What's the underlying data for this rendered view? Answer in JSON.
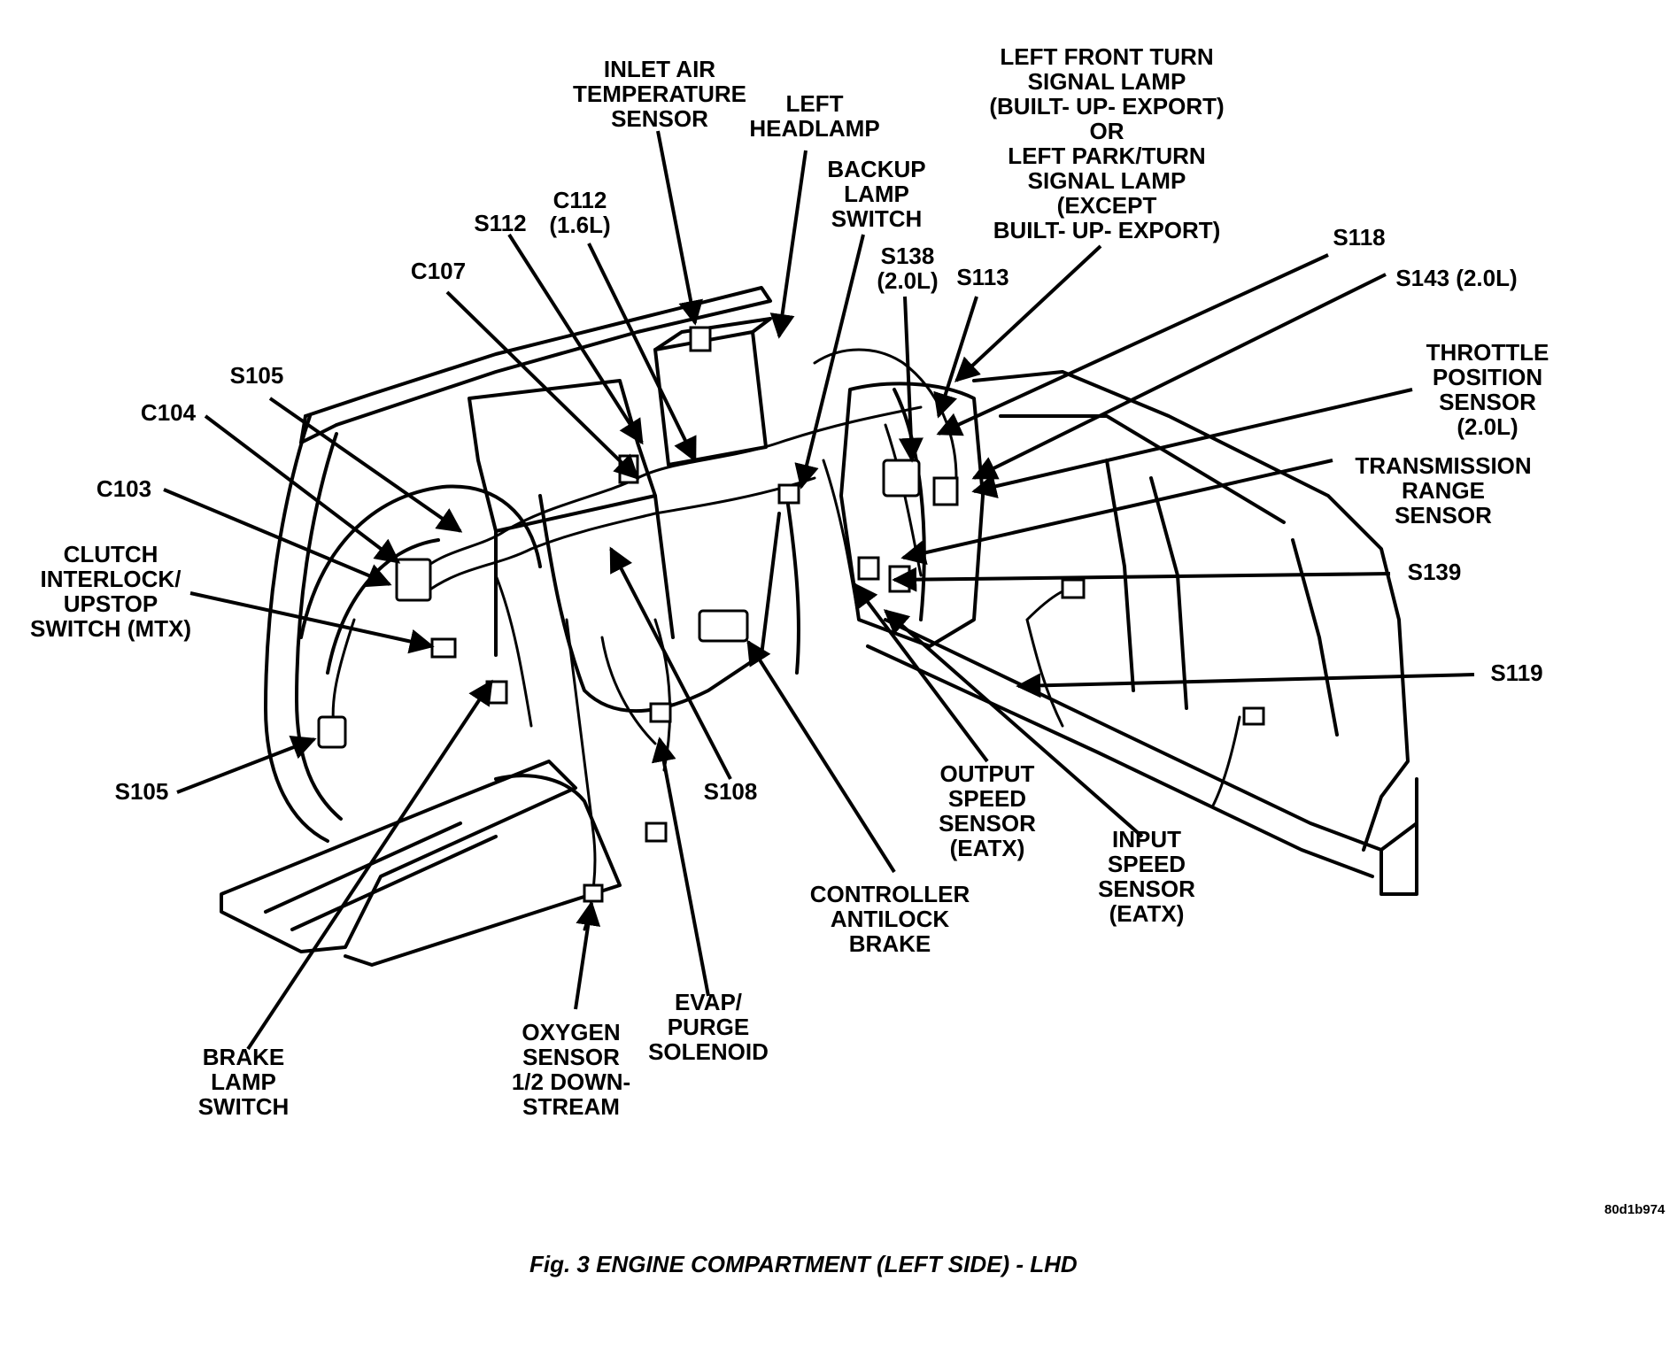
{
  "figure": {
    "caption": "Fig. 3 ENGINE COMPARTMENT (LEFT SIDE) - LHD",
    "code": "80d1b974"
  },
  "labels": {
    "inlet_air_temp": "INLET AIR\nTEMPERATURE\nSENSOR",
    "left_headlamp": "LEFT\nHEADLAMP",
    "backup_lamp": "BACKUP\nLAMP\nSWITCH",
    "left_front_turn": "LEFT FRONT TURN\nSIGNAL LAMP\n(BUILT- UP- EXPORT)\nOR\nLEFT PARK/TURN\nSIGNAL LAMP\n(EXCEPT\nBUILT- UP- EXPORT)",
    "c112": "C112\n(1.6L)",
    "s112": "S112",
    "c107": "C107",
    "s138": "S138\n(2.0L)",
    "s113": "S113",
    "s118": "S118",
    "s143": "S143 (2.0L)",
    "throttle": "THROTTLE\nPOSITION\nSENSOR\n(2.0L)",
    "trans_range": "TRANSMISSION\nRANGE\nSENSOR",
    "s139": "S139",
    "s119": "S119",
    "s105_top": "S105",
    "c104": "C104",
    "c103": "C103",
    "clutch": "CLUTCH\nINTERLOCK/\nUPSTOP\nSWITCH (MTX)",
    "s105_bottom": "S105",
    "s108": "S108",
    "output_speed": "OUTPUT\nSPEED\nSENSOR\n(EATX)",
    "input_speed": "INPUT\nSPEED\nSENSOR\n(EATX)",
    "controller": "CONTROLLER\nANTILOCK\nBRAKE",
    "brake_lamp": "BRAKE\nLAMP\nSWITCH",
    "oxygen": "OXYGEN\nSENSOR\n1/2 DOWN-\nSTREAM",
    "evap": "EVAP/\nPURGE\nSOLENOID"
  }
}
